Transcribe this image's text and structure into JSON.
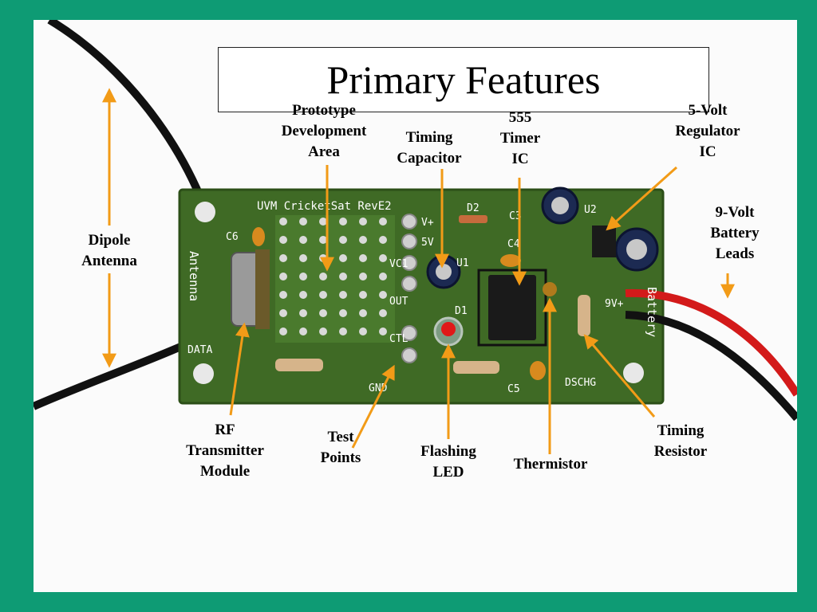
{
  "slide": {
    "title": "Primary Features",
    "background_color": "#0e9b74",
    "arrow_color": "#f29b17"
  },
  "labels": {
    "prototype": [
      "Prototype",
      "Development",
      "Area"
    ],
    "timing_capacitor": [
      "Timing",
      "Capacitor"
    ],
    "timer_ic": [
      "555",
      "Timer",
      "IC"
    ],
    "regulator": [
      "5-Volt",
      "Regulator",
      "IC"
    ],
    "battery_leads": [
      "9-Volt",
      "Battery",
      "Leads"
    ],
    "dipole_antenna": [
      "Dipole",
      "Antenna"
    ],
    "rf_module": [
      "RF",
      "Transmitter",
      "Module"
    ],
    "test_points": [
      "Test",
      "Points"
    ],
    "flashing_led": [
      "Flashing",
      "LED"
    ],
    "thermistor": [
      "Thermistor"
    ],
    "timing_resistor": [
      "Timing",
      "Resistor"
    ]
  },
  "board_silkscreen": {
    "board_name": "UVM CricketSat RevE2",
    "antenna": "Antenna",
    "battery": "Battery",
    "pads": [
      "V+",
      "5V",
      "VC1",
      "OUT",
      "CTL",
      "GND"
    ],
    "refs": [
      "C6",
      "D2",
      "C3",
      "U2",
      "C4",
      "U1",
      "D1",
      "C5",
      "DSCHG",
      "DATA",
      "9V+"
    ]
  }
}
